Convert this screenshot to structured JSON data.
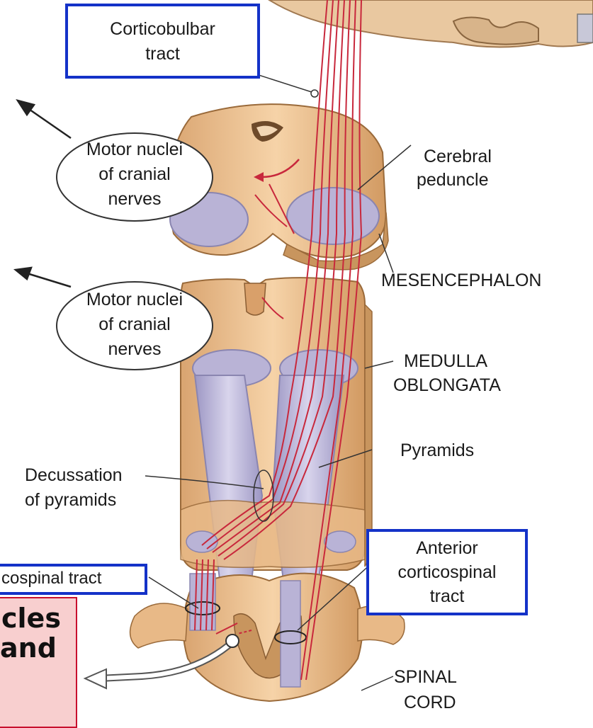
{
  "labels": {
    "corticobulbar_line1": "Corticobulbar",
    "corticobulbar_line2": "tract",
    "motor_nuclei_1_line1": "Motor nuclei",
    "motor_nuclei_1_line2": "of cranial",
    "motor_nuclei_1_line3": "nerves",
    "motor_nuclei_2_line1": "Motor nuclei",
    "motor_nuclei_2_line2": "of cranial",
    "motor_nuclei_2_line3": "nerves",
    "cerebral_line1": "Cerebral",
    "cerebral_line2": "peduncle",
    "mesencephalon": "MESENCEPHALON",
    "medulla_line1": "MEDULLA",
    "medulla_line2": "OBLONGATA",
    "pyramids": "Pyramids",
    "decussation_line1": "Decussation",
    "decussation_line2": "of pyramids",
    "lateral_cs_partial": "cospinal tract",
    "anterior_line1": "Anterior",
    "anterior_line2": "corticospinal",
    "anterior_line3": "tract",
    "spinal_line1": "SPINAL",
    "spinal_line2": "CORD",
    "overlay_line1": "cles",
    "overlay_line2": "and"
  },
  "colors": {
    "tissue": "#f0c89a",
    "tissue_dark": "#c8955e",
    "tract_fill": "#b9b3d6",
    "fiber": "#c8283c",
    "highlight_box": "#1432c8",
    "note_bg": "#f8cfcf",
    "note_border": "#c8102e"
  }
}
